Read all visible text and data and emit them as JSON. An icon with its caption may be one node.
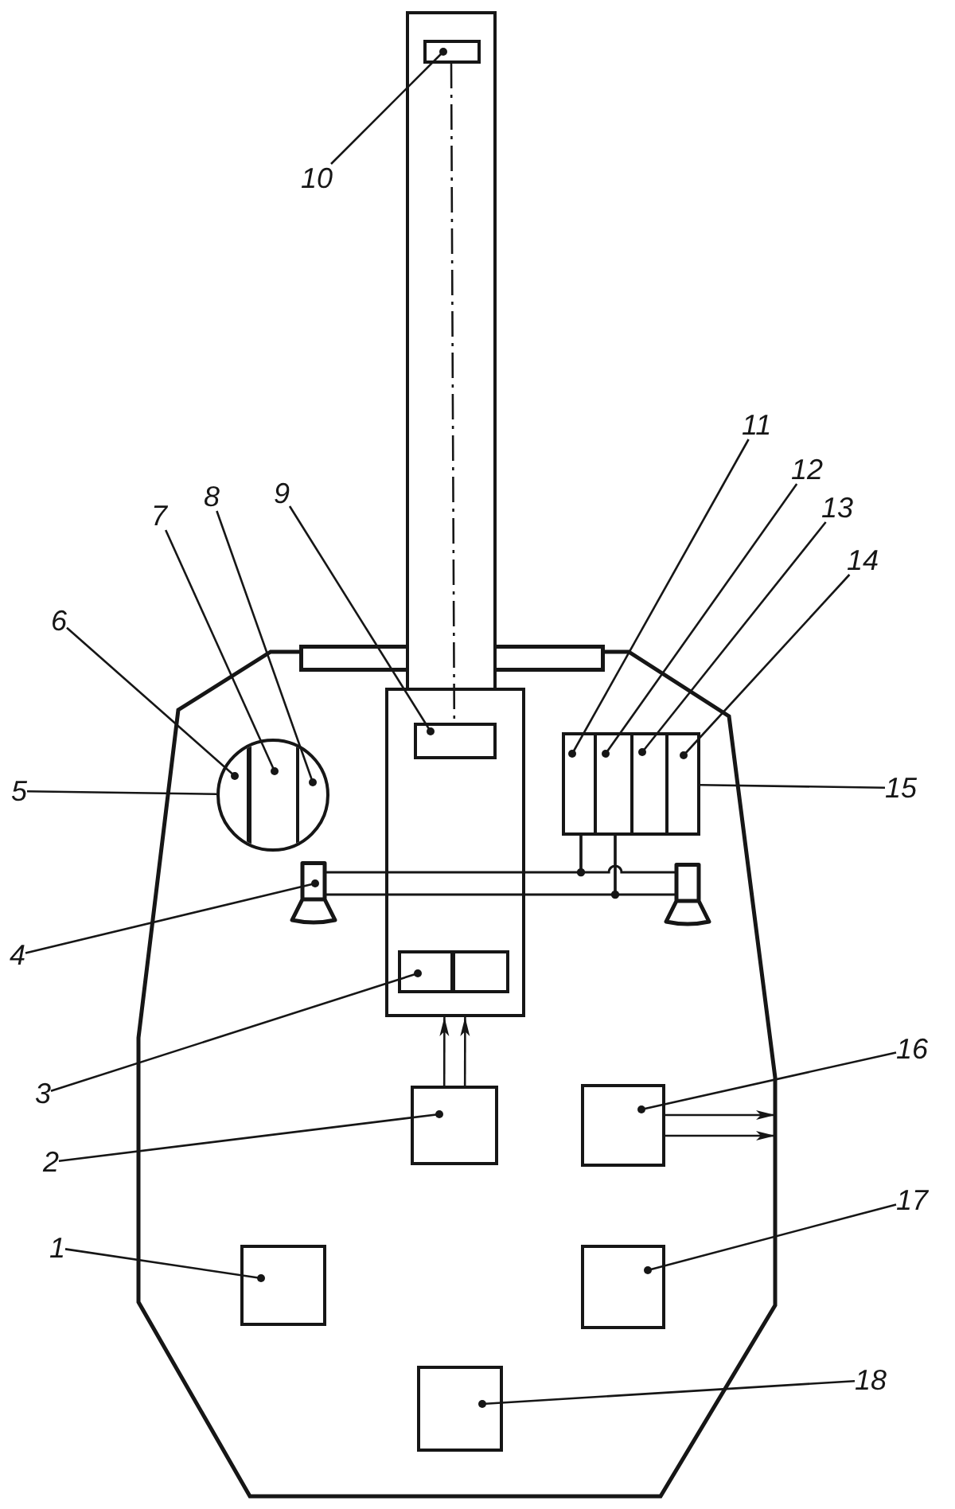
{
  "diagram": {
    "nodes": [
      {
        "text": [],
        "shape": "bar"
      },
      {
        "text": [
          "10"
        ]
      },
      {
        "text": [],
        "shape": "box",
        "in": 0
      },
      {
        "text": [
          "11"
        ]
      },
      {
        "text": [
          "12"
        ]
      },
      {
        "text": [
          "13"
        ]
      },
      {
        "text": [
          "14"
        ]
      },
      {
        "text": [
          "8"
        ]
      },
      {
        "text": [
          "9"
        ]
      },
      {
        "text": [
          "7"
        ]
      },
      {
        "text": [
          "6"
        ]
      },
      {
        "text": [],
        "shape": "polygon"
      },
      {
        "text": [],
        "shape": "box",
        "in": 11
      },
      {
        "text": [],
        "shape": "box",
        "in": 12
      },
      {
        "text": [],
        "shape": "circle",
        "in": 11
      },
      {
        "text": [],
        "shape": "segment",
        "in": 14
      },
      {
        "text": [],
        "shape": "segment",
        "in": 14
      },
      {
        "text": [],
        "shape": "segment",
        "in": 14
      },
      {
        "text": [],
        "shape": "box",
        "in": 11
      },
      {
        "text": [],
        "shape": "box",
        "in": 18
      },
      {
        "text": [],
        "shape": "box",
        "in": 18
      },
      {
        "text": [],
        "shape": "box",
        "in": 18
      },
      {
        "text": [],
        "shape": "box",
        "in": 18
      },
      {
        "text": [
          "5"
        ]
      },
      {
        "text": [
          "15"
        ]
      },
      {
        "text": [],
        "shape": "lamp",
        "in": 11
      },
      {
        "text": [],
        "shape": "lamp",
        "in": 11
      },
      {
        "text": [
          "4"
        ]
      },
      {
        "text": [],
        "shape": "box",
        "in": 12
      },
      {
        "text": [
          "3"
        ]
      },
      {
        "text": [
          "16"
        ]
      },
      {
        "text": [],
        "shape": "box",
        "in": 11
      },
      {
        "text": [],
        "shape": "box",
        "in": 11
      },
      {
        "text": [
          "2"
        ]
      },
      {
        "text": [
          "17"
        ]
      },
      {
        "text": [
          "1"
        ]
      },
      {
        "text": [],
        "shape": "box",
        "in": 11
      },
      {
        "text": [],
        "shape": "box",
        "in": 11
      },
      {
        "text": [
          "18"
        ]
      },
      {
        "text": [],
        "shape": "box",
        "in": 11
      }
    ],
    "edges": [
      {
        "from": 1,
        "to": 2,
        "arrow": "other"
      },
      {
        "from": 3,
        "to": 19,
        "arrow": "other"
      },
      {
        "from": 4,
        "to": 20,
        "arrow": "other"
      },
      {
        "from": 5,
        "to": 21,
        "arrow": "other"
      },
      {
        "from": 6,
        "to": 22,
        "arrow": "other"
      },
      {
        "from": 7,
        "to": 17,
        "arrow": "other"
      },
      {
        "from": 8,
        "to": 13,
        "arrow": "other"
      },
      {
        "from": 9,
        "to": 16,
        "arrow": "other"
      },
      {
        "from": 10,
        "to": 15,
        "arrow": "other"
      },
      {
        "from": 23,
        "to": 14,
        "arrow": "none"
      },
      {
        "from": 24,
        "to": 18,
        "arrow": "none"
      },
      {
        "from": 27,
        "to": 25,
        "arrow": "other"
      },
      {
        "from": 29,
        "to": 28,
        "arrow": "other"
      },
      {
        "from": 30,
        "to": 32,
        "arrow": "other"
      },
      {
        "from": 33,
        "to": 31,
        "arrow": "other"
      },
      {
        "from": 34,
        "to": 37,
        "arrow": "other"
      },
      {
        "from": 35,
        "to": 36,
        "arrow": "other"
      },
      {
        "from": 38,
        "to": 39,
        "arrow": "other"
      },
      {
        "from": 2,
        "to": 13,
        "arrow": "none",
        "style": "dashed"
      },
      {
        "from": 31,
        "to": 12,
        "arrow": "to"
      },
      {
        "from": 31,
        "to": 12,
        "arrow": "to"
      },
      {
        "from": 32,
        "to": 11,
        "arrow": "to"
      },
      {
        "from": 32,
        "to": 11,
        "arrow": "to"
      },
      {
        "from": 19,
        "to": 25,
        "arrow": "none"
      },
      {
        "from": 19,
        "to": 26,
        "arrow": "none"
      },
      {
        "from": 20,
        "to": 25,
        "arrow": "none"
      },
      {
        "from": 20,
        "to": 26,
        "arrow": "none"
      }
    ]
  }
}
